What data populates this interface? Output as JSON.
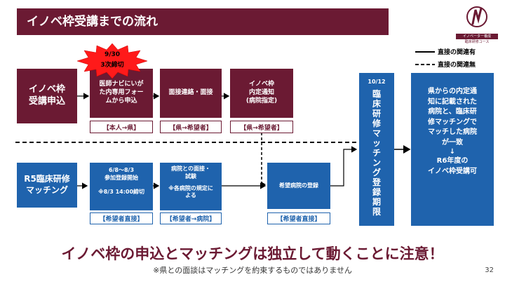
{
  "title": "イノベ枠受講までの流れ",
  "logo": {
    "caption1": "イノベーター養成",
    "caption2": "臨床研修コース"
  },
  "legend": {
    "related": "直接の関連有",
    "unrelated": "直接の関連無"
  },
  "burst": {
    "line1": "9/30",
    "line2": "3次締切"
  },
  "top_row": {
    "apply": "イノベ枠\n受講申込",
    "step1": "医師ナビにいが\nた内専用フォー\nムから申込",
    "step1_tag": "【本人→県】",
    "step2": "面接連絡・面接",
    "step2_tag": "【県→希望者】",
    "step3": "イノベ枠\n内定通知\n(病院指定)",
    "step3_tag": "【県→希望者】"
  },
  "bottom_row": {
    "matching": "R5臨床研修\nマッチング",
    "step1": "6/8〜8/3\n参加登録開始",
    "step1_note": "※8/3 14:00締切",
    "step1_tag": "【希望者直接】",
    "step2": "病院との面接・\n試験",
    "step2_note": "※各病院の規定に\nよる",
    "step2_tag": "【希望者→病院】",
    "step3": "希望病院の登録",
    "step3_tag": "【希望者直接】"
  },
  "period": {
    "date": "10/12",
    "label": "臨\n床\n研\n修\nマ\nッ\nチ\nン\nグ\n登\n録\n期\n限"
  },
  "result": {
    "text": "県からの内定通\n知に記載された\n病院と、臨床研\n修マッチングで\nマッチした病院\nが一致",
    "arrow": "↓",
    "result_text": "R6年度の\nイノベ枠受講可"
  },
  "headline": "イノベ枠の申込とマッチングは独立して動くことに注意！",
  "note": "※県との面談はマッチングを約束するものではありません",
  "page_number": "32",
  "colors": {
    "maroon": "#6b1a33",
    "blue": "#1f63ad",
    "burst": "#ff1a1a"
  }
}
